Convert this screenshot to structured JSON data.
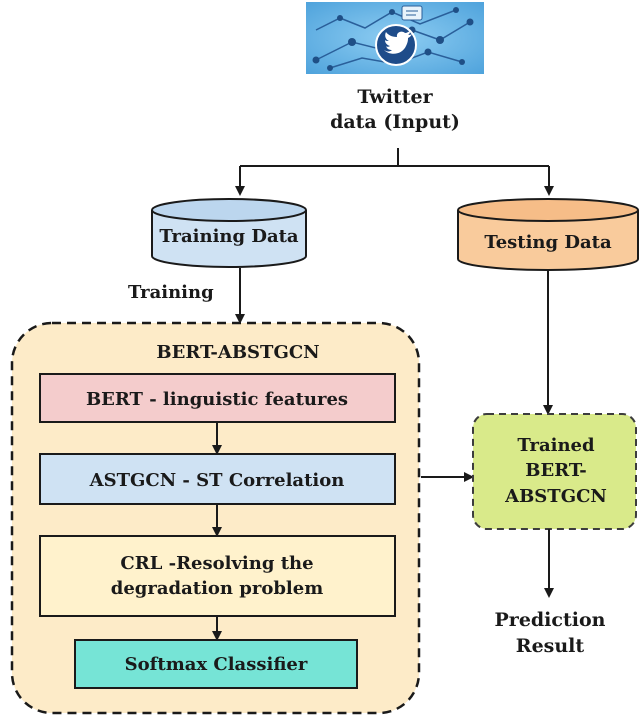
{
  "input": {
    "line1": "Twitter",
    "line2": "data (Input)",
    "icon": "twitter-bird-icon"
  },
  "training_db": {
    "label": "Training Data",
    "color": "#cfe2f3"
  },
  "testing_db": {
    "label": "Testing Data",
    "color": "#f9cb9c"
  },
  "edge_label_training": "Training",
  "container": {
    "title": "BERT-ABSTGCN",
    "color": "#fdebc8"
  },
  "steps": [
    {
      "line1": "BERT - linguistic features",
      "line2": "",
      "color": "#f4cccc"
    },
    {
      "line1": "ASTGCN - ST Correlation",
      "line2": "",
      "color": "#cfe2f3"
    },
    {
      "line1": "CRL -Resolving the",
      "line2": "degradation problem",
      "color": "#fff2cc"
    },
    {
      "line1": "Softmax Classifier",
      "line2": "",
      "color": "#76e4d6"
    }
  ],
  "trained_model": {
    "line1": "Trained",
    "line2": "BERT-",
    "line3": "ABSTGCN",
    "color": "#d9ea8a"
  },
  "output": {
    "line1": "Prediction",
    "line2": "Result"
  }
}
